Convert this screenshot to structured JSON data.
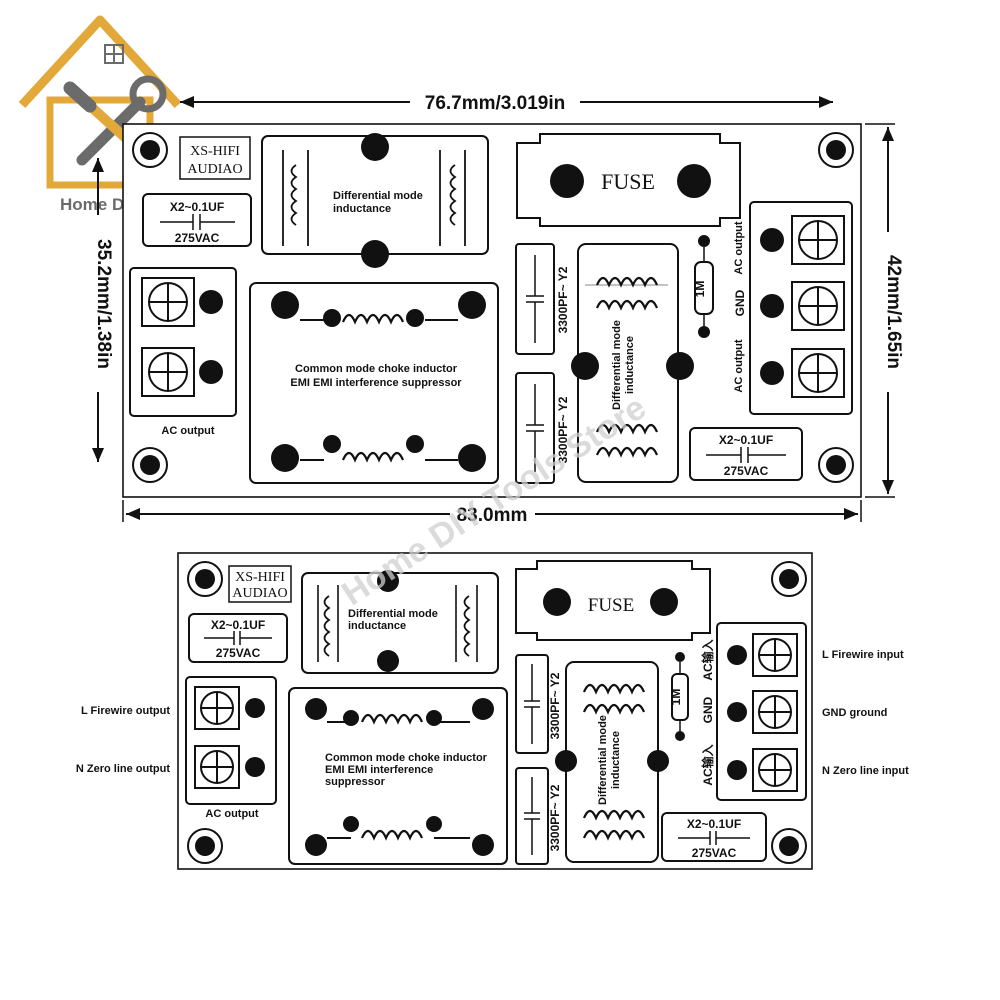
{
  "logo": {
    "text": "Home DIY",
    "colors": {
      "house": "#e3a83a",
      "tools": "#6b6b6b"
    }
  },
  "watermark": "Home DIY Tools Store",
  "dimensions": {
    "top_width": "76.7mm/3.019in",
    "bottom_width": "83.0mm",
    "left_height": "35.2mm/1.38in",
    "right_height": "42mm/1.65in"
  },
  "board": {
    "brand_line1": "XS-HIFI",
    "brand_line2": "AUDIAO",
    "fuse_label": "FUSE",
    "x2_cap_value": "X2~0.1UF",
    "x2_cap_voltage": "275VAC",
    "y2_cap_label": "3300PF~ Y2",
    "resistor_label": "1M",
    "differential_inductance_label": "Differential mode inductance",
    "differential_line1": "Differential mode",
    "differential_line2": "inductance",
    "common_mode_line1": "Common mode choke inductor",
    "common_mode_line2": "EMI EMI interference suppressor",
    "common_mode_line2_b": "EMI EMI interference",
    "common_mode_line3_b": "suppressor",
    "ac_output_label": "AC output",
    "gnd_label": "GND",
    "ac_input_cn": "AC输入"
  },
  "side_labels": {
    "left": [
      "L Firewire output",
      "N Zero line output"
    ],
    "right": [
      "L Firewire input",
      "GND ground",
      "N Zero line input"
    ]
  }
}
